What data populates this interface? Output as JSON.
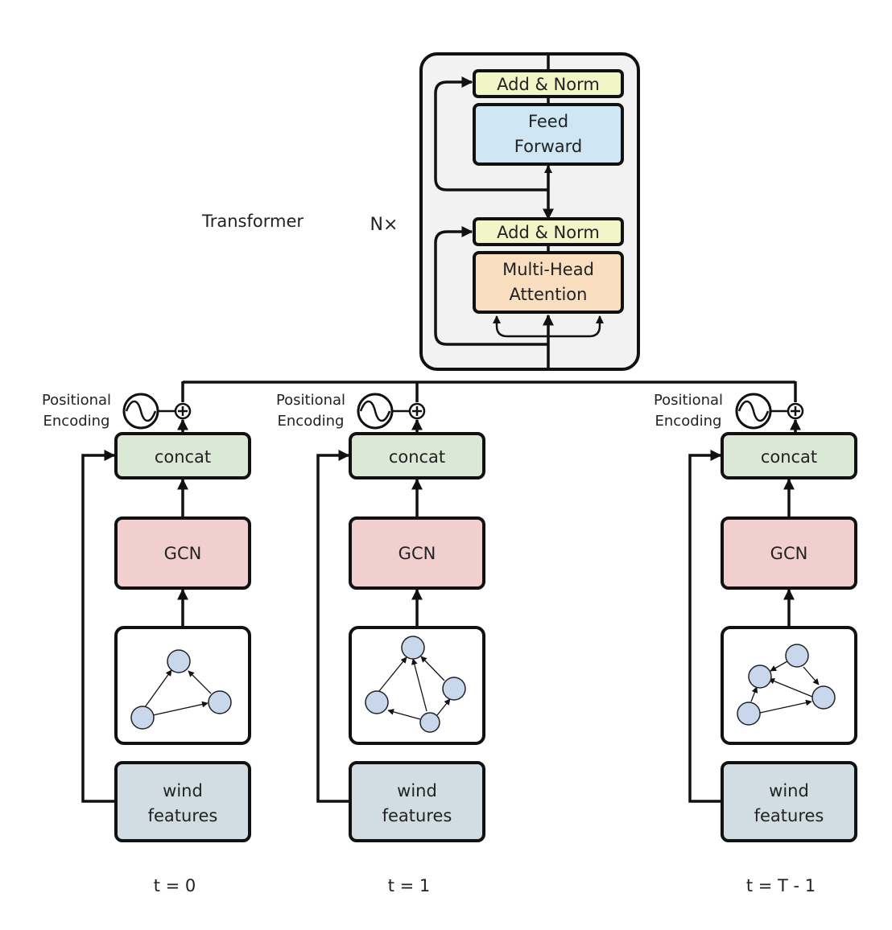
{
  "transformer": {
    "label": "Transformer",
    "repeat_label": "N×",
    "blocks": {
      "add_norm_top": "Add & Norm",
      "feed_forward_line1": "Feed",
      "feed_forward_line2": "Forward",
      "add_norm_bottom": "Add & Norm",
      "attention_line1": "Multi-Head",
      "attention_line2": "Attention"
    }
  },
  "columns": [
    {
      "pos_enc_line1": "Positional",
      "pos_enc_line2": "Encoding",
      "concat": "concat",
      "gcn": "GCN",
      "features_line1": "wind",
      "features_line2": "features",
      "time": "t = 0"
    },
    {
      "pos_enc_line1": "Positional",
      "pos_enc_line2": "Encoding",
      "concat": "concat",
      "gcn": "GCN",
      "features_line1": "wind",
      "features_line2": "features",
      "time": "t = 1"
    },
    {
      "pos_enc_line1": "Positional",
      "pos_enc_line2": "Encoding",
      "concat": "concat",
      "gcn": "GCN",
      "features_line1": "wind",
      "features_line2": "features",
      "time": "t = T - 1"
    }
  ],
  "colors": {
    "add_norm": "#f1f5c8",
    "feed_forward": "#cfe6f5",
    "attention": "#f9dfc0",
    "transformer_bg": "#f2f2f2",
    "concat": "#dbe8d6",
    "gcn": "#f1cfcf",
    "features": "#d1dde2",
    "graph_node": "#c9d7ec"
  }
}
